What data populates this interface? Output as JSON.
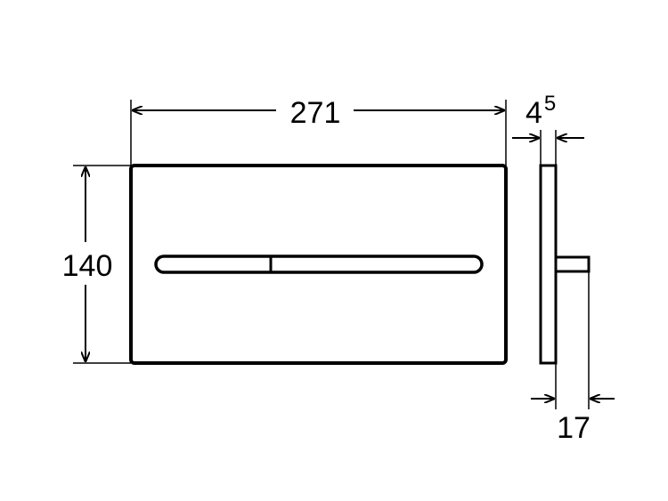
{
  "dimensions": {
    "width": "271",
    "height": "140",
    "thickness_main": "4",
    "thickness_sup": "5",
    "depth": "17"
  },
  "colors": {
    "line": "#000000",
    "background": "#ffffff"
  }
}
